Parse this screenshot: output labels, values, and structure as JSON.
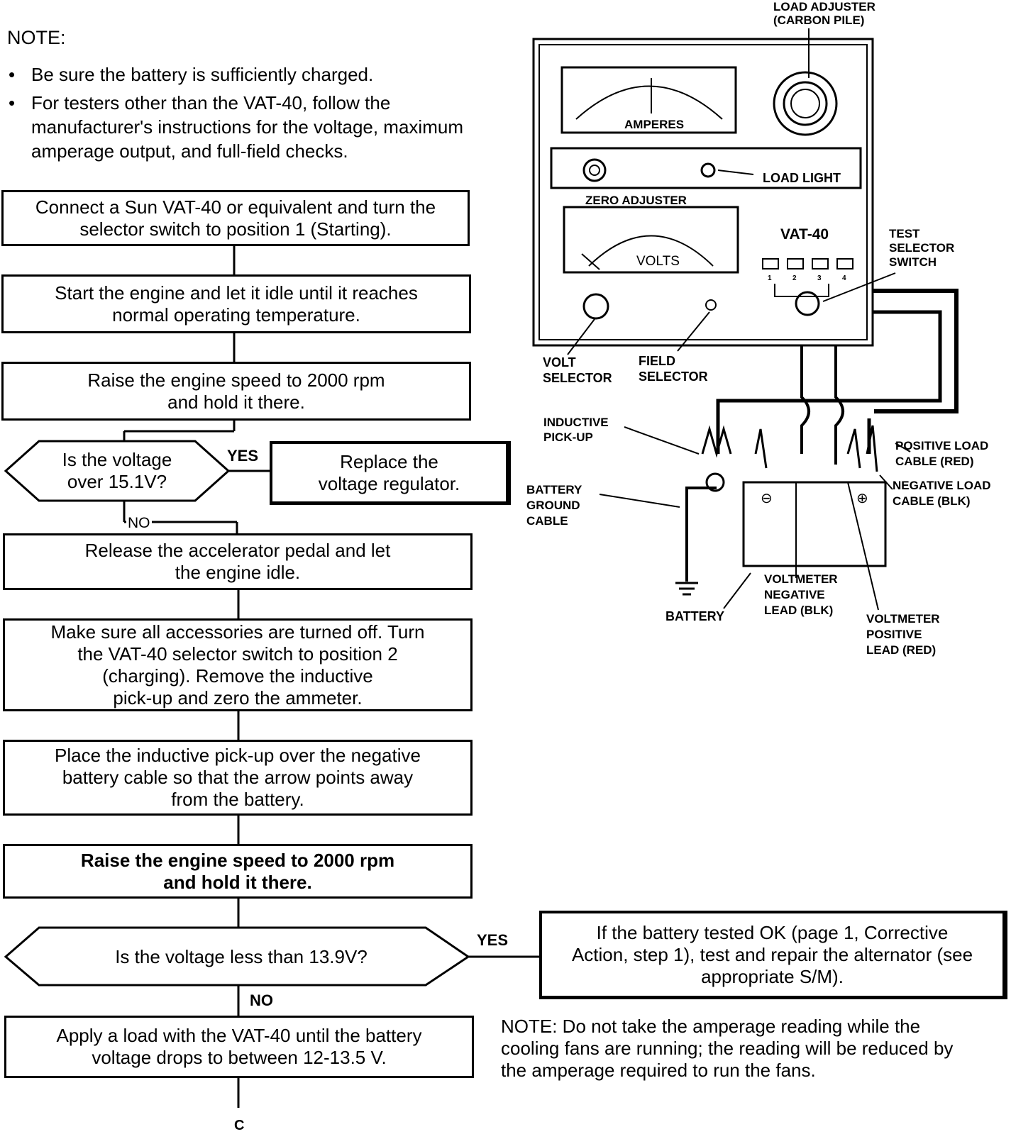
{
  "note": {
    "heading": "NOTE:",
    "bullets": [
      "Be sure the battery is sufficiently charged.",
      "For testers other than the VAT-40, follow the manufacturer's instructions for the voltage, maximum amperage output, and full-field checks."
    ]
  },
  "flowchart": {
    "step1": "Connect a Sun VAT-40 or equivalent and turn the\nselector switch to position 1 (Starting).",
    "step2": "Start the engine and let it idle until it reaches\nnormal operating temperature.",
    "step3": "Raise the engine speed to 2000 rpm\nand hold it there.",
    "decision1": "Is the voltage\nover 15.1V?",
    "decision1_yes": "YES",
    "decision1_no": "NO",
    "yes1_action": "Replace the\nvoltage regulator.",
    "step4": "Release the accelerator pedal and let\nthe engine idle.",
    "step5": "Make sure all accessories are turned off. Turn\nthe VAT-40 selector switch to position 2\n(charging). Remove the inductive\npick-up and zero the ammeter.",
    "step6": "Place the inductive pick-up over the negative\nbattery cable so that the arrow points away\nfrom the  battery.",
    "step7": "Raise the engine speed to 2000 rpm\nand hold it there.",
    "decision2": "Is the voltage less than 13.9V?",
    "decision2_yes": "YES",
    "decision2_no": "NO",
    "yes2_action": "If the battery tested OK (page 1, Corrective\nAction, step 1), test and repair the alternator (see\nappropriate S/M).",
    "step8": "Apply a load with the VAT-40 until the battery\nvoltage drops to between 12-13.5 V.",
    "connector": "C"
  },
  "diagram": {
    "load_adjuster": "LOAD ADJUSTER\n(CARBON PILE)",
    "amperes": "AMPERES",
    "load_light": "LOAD LIGHT",
    "zero_adjuster": "ZERO ADJUSTER",
    "volts": "VOLTS",
    "model": "VAT-40",
    "test_selector": "TEST\nSELECTOR\nSWITCH",
    "positions": [
      "1",
      "2",
      "3",
      "4"
    ],
    "volt_selector": "VOLT\nSELECTOR",
    "field_selector": "FIELD\nSELECTOR",
    "inductive_pickup": "INDUCTIVE\nPICK-UP",
    "battery_ground": "BATTERY\nGROUND\nCABLE",
    "positive_load": "POSITIVE LOAD\nCABLE (RED)",
    "negative_load": "NEGATIVE LOAD\nCABLE (BLK)",
    "battery": "BATTERY",
    "vm_negative": "VOLTMETER\nNEGATIVE\nLEAD (BLK)",
    "vm_positive": "VOLTMETER\nPOSITIVE\nLEAD (RED)",
    "minus": "⊖",
    "plus": "⊕",
    "note": "NOTE: Do not take the amperage reading while the cooling fans are running; the reading will be reduced by the amperage required to run the fans."
  }
}
